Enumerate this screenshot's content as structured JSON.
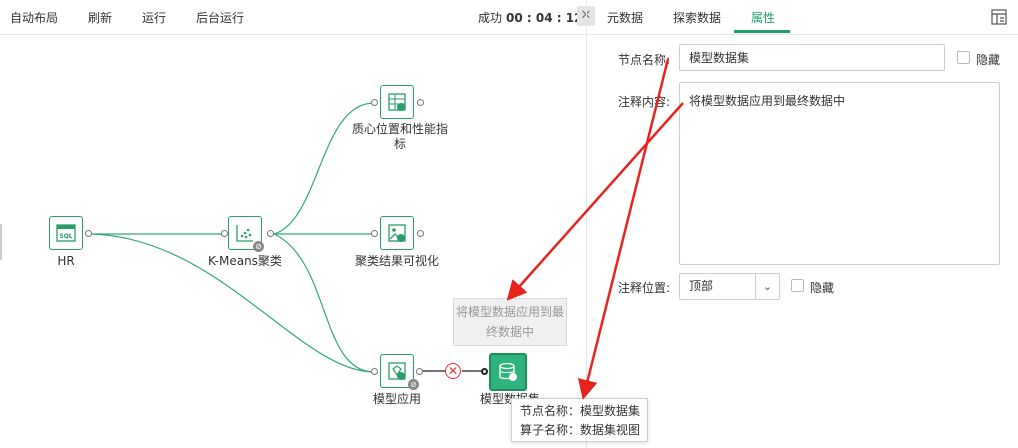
{
  "toolbar": {
    "auto_layout": "自动布局",
    "refresh": "刷新",
    "run": "运行",
    "background_run": "后台运行",
    "status_label": "成功",
    "status_time": "00 : 04 : 12"
  },
  "nodes": {
    "hr": {
      "label": "HR",
      "icon": "sql-icon"
    },
    "kmeans": {
      "label": "K-Means聚类",
      "icon": "cluster-scatter-icon"
    },
    "centroid": {
      "label": "质心位置和性能指标",
      "icon": "table-chart-icon"
    },
    "cluster_vis": {
      "label": "聚类结果可视化",
      "icon": "image-chart-icon"
    },
    "model_apply": {
      "label": "模型应用",
      "icon": "diamond-apply-icon"
    },
    "model_dataset": {
      "label": "模型数据集",
      "icon": "dataset-icon"
    }
  },
  "canvas": {
    "comment_bubble": "将模型数据应用到最终数据中",
    "tooltip": {
      "node_name_line": "节点名称：模型数据集",
      "operator_name_line": "算子名称：数据集视图"
    }
  },
  "tabs": {
    "metadata": "元数据",
    "explore": "探索数据",
    "properties": "属性"
  },
  "properties": {
    "node_name_label": "节点名称:",
    "node_name_value": "模型数据集",
    "hide_label": "隐藏",
    "comment_label": "注释内容:",
    "comment_value": "将模型数据应用到最终数据中",
    "comment_position_label": "注释位置:",
    "comment_position_value": "顶部",
    "hide_label_2": "隐藏"
  },
  "colors": {
    "accent": "#1e9e6a",
    "error": "#e33333",
    "annotation_arrow": "#e8231e"
  }
}
